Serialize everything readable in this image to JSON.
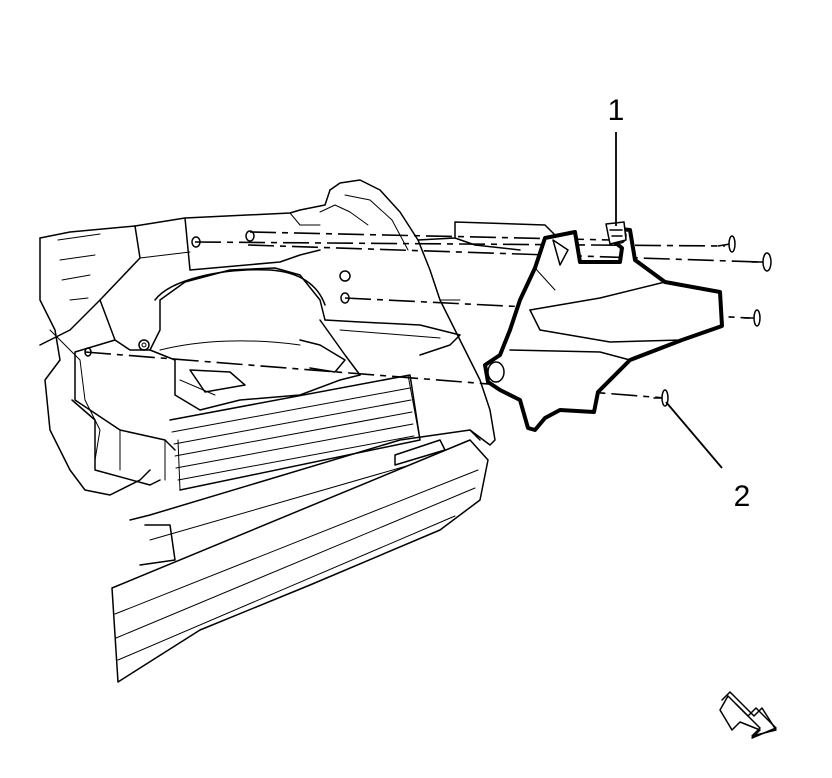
{
  "diagram": {
    "callouts": [
      {
        "id": "1",
        "label": "1"
      },
      {
        "id": "2",
        "label": "2"
      }
    ],
    "icons": {
      "direction_arrow": "arrow-down-right-icon"
    },
    "colors": {
      "line": "#000000",
      "background": "#ffffff"
    }
  }
}
